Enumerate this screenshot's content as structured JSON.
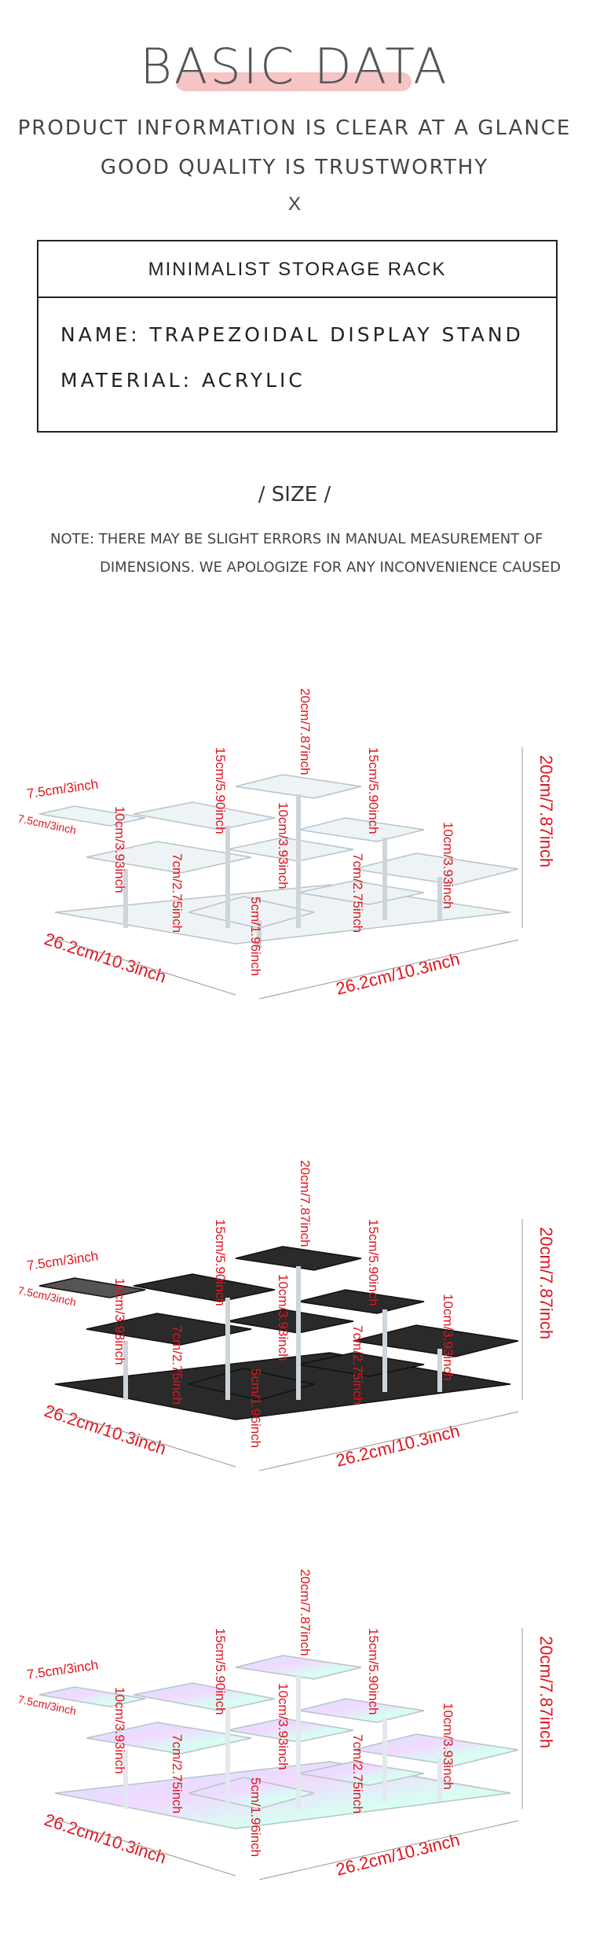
{
  "header": {
    "title": "BASIC DATA",
    "subtitle_1": "PRODUCT INFORMATION IS CLEAR AT A GLANCE",
    "subtitle_2": "GOOD QUALITY IS TRUSTWORTHY",
    "x_mark": "X"
  },
  "info": {
    "heading": "MINIMALIST STORAGE RACK",
    "name": "NAME: TRAPEZOIDAL DISPLAY STAND",
    "material": "MATERIAL: ACRYLIC"
  },
  "size": {
    "label": "/ SIZE /",
    "note_line_1": "NOTE: THERE MAY BE SLIGHT ERRORS IN MANUAL MEASUREMENT OF",
    "note_line_2": "DIMENSIONS. WE APOLOGIZE FOR ANY INCONVENIENCE CAUSED"
  },
  "dimensions": {
    "d20": "20cm/7.87inch",
    "d15": "15cm/5.90inch",
    "d10": "10cm/3.93inch",
    "d7": "7cm/2.75inch",
    "d5": "5cm/1.96inch",
    "d7_5": "7.5cm/3inch",
    "d26": "26.2cm/10.3inch"
  },
  "colors": {
    "accent_pink": "#f6c4c4",
    "dimension_red": "#e0141e",
    "clear_plate": "#e8eef2",
    "black_plate": "#2a2a2a"
  }
}
